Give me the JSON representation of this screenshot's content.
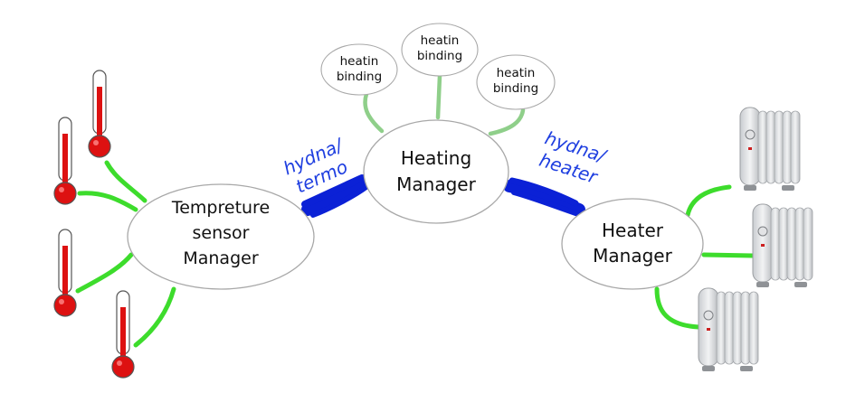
{
  "colors": {
    "sensor_link": "#3ddc2c",
    "binding_link": "#8fcf8a",
    "bridge": "#0b21d6",
    "bridge_label": "#1f3fe0",
    "thermometer_fill": "#dd1111"
  },
  "icons": {
    "thermometer": "thermometer-icon",
    "heater": "oil-radiator-heater-icon"
  },
  "nodes": {
    "sensor_manager": {
      "lines": [
        "Tempreture",
        "sensor",
        "Manager"
      ]
    },
    "heating_manager": {
      "lines": [
        "Heating",
        "Manager"
      ]
    },
    "heater_manager": {
      "lines": [
        "Heater",
        "Manager"
      ]
    }
  },
  "bindings": [
    {
      "lines": [
        "heatin",
        "binding"
      ]
    },
    {
      "lines": [
        "heatin",
        "binding"
      ]
    },
    {
      "lines": [
        "heatin",
        "binding"
      ]
    }
  ],
  "bridges": {
    "left": {
      "lines": [
        "hydna/",
        "termo"
      ]
    },
    "right": {
      "lines": [
        "hydna/",
        "heater"
      ]
    }
  },
  "thermometer_count": 4,
  "heater_count": 3
}
